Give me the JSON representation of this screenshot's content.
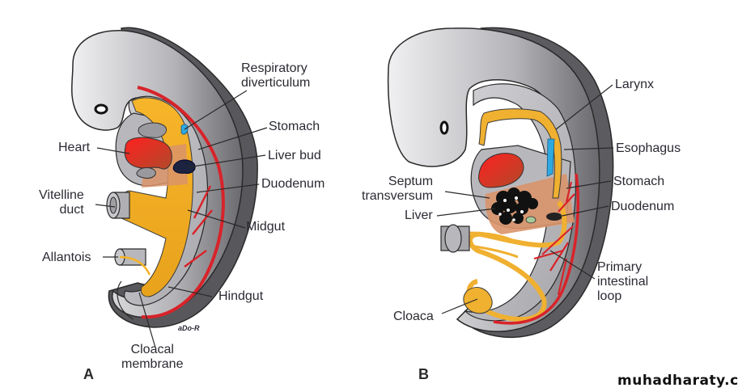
{
  "figure": {
    "colors": {
      "embryo_gray": "#c2c2c6",
      "body_wall_dark": "#5a5a5e",
      "gut_yellow": "#f5b324",
      "vessel_red": "#d8232a",
      "heart_red": "#e0262a",
      "respiratory_blue": "#2fa8e0",
      "septum_tan": "#d9936a",
      "liver_black": "#111111",
      "outline": "#2a2a2a"
    },
    "panels": [
      {
        "letter": "A",
        "labels": {
          "respiratory": "Respiratory\ndiverticulum",
          "stomach": "Stomach",
          "heart": "Heart",
          "liver_bud": "Liver bud",
          "duodenum": "Duodenum",
          "vitelline": "Vitelline\nduct",
          "midgut": "Midgut",
          "allantois": "Allantois",
          "hindgut": "Hindgut",
          "cloacal_membrane": "Cloacal\nmembrane"
        },
        "signature": "aDo-R"
      },
      {
        "letter": "B",
        "labels": {
          "larynx": "Larynx",
          "esophagus": "Esophagus",
          "septum": "Septum\ntransversum",
          "stomach": "Stomach",
          "liver": "Liver",
          "duodenum": "Duodenum",
          "primary_loop": "Primary\nintestinal\nloop",
          "cloaca": "Cloaca"
        }
      }
    ],
    "watermark": "muhadharaty.com"
  }
}
